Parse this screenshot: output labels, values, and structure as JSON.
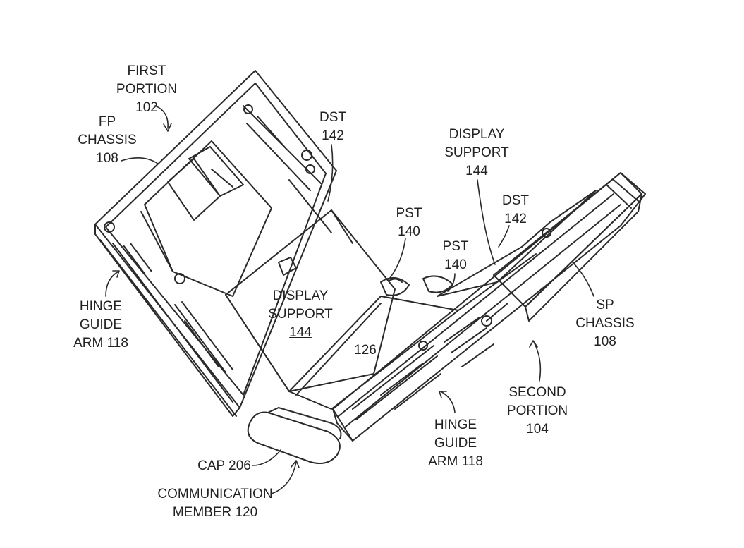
{
  "labels": {
    "first_portion": [
      "FIRST",
      "PORTION",
      "102"
    ],
    "fp_chassis": [
      "FP",
      "CHASSIS",
      "108"
    ],
    "dst_left": [
      "DST",
      "142"
    ],
    "display_support_top": [
      "DISPLAY",
      "SUPPORT",
      "144"
    ],
    "dst_right": [
      "DST",
      "142"
    ],
    "pst_left": [
      "PST",
      "140"
    ],
    "pst_right": [
      "PST",
      "140"
    ],
    "sp_chassis": [
      "SP",
      "CHASSIS",
      "108"
    ],
    "hinge_left": [
      "HINGE",
      "GUIDE",
      "ARM 118"
    ],
    "display_support_center": [
      "DISPLAY",
      "SUPPORT",
      "144"
    ],
    "ref_126": "126",
    "second_portion": [
      "SECOND",
      "PORTION",
      "104"
    ],
    "hinge_bottom": [
      "HINGE",
      "GUIDE",
      "ARM 118"
    ],
    "cap": "CAP 206",
    "communication_member": [
      "COMMUNICATION",
      "MEMBER 120"
    ]
  },
  "colors": {
    "line": "#2a2a2a",
    "text": "#222222",
    "background": "#ffffff"
  }
}
